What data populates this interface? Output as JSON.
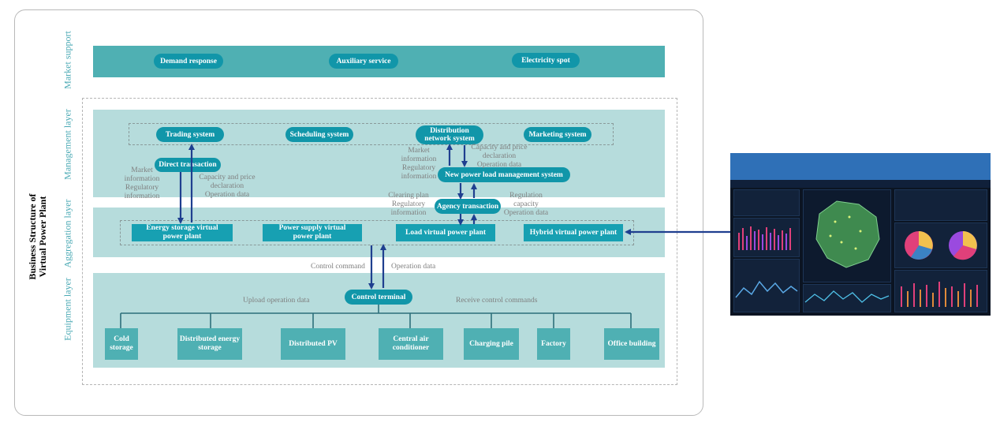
{
  "title": "Business Structure of\nVirtual Power Plant",
  "layers": {
    "market": "Market support",
    "management": "Management layer",
    "aggregation": "Aggregation layer",
    "equipment": "Equipment layer"
  },
  "market": {
    "items": [
      "Demand response",
      "Auxiliary service",
      "Electricity spot"
    ]
  },
  "management": {
    "systems": [
      "Trading system",
      "Scheduling system",
      "Distribution\nnetwork system",
      "Marketing system"
    ],
    "direct_transaction": "Direct transaction",
    "new_power_load": "New power load management system",
    "agency_transaction": "Agency transaction"
  },
  "aggregation": {
    "plants": [
      "Energy storage virtual\npower plant",
      "Power supply virtual\npower plant",
      "Load virtual power plant",
      "Hybrid virtual power plant"
    ]
  },
  "equipment": {
    "control_terminal": "Control terminal",
    "devices": [
      "Cold\nstorage",
      "Distributed energy\nstorage",
      "Distributed PV",
      "Central air\nconditioner",
      "Charging pile",
      "Factory",
      "Office building"
    ]
  },
  "notes": {
    "market_info_left": "Market\ninformation\nRegulatory\ninformation",
    "capacity_left": "Capacity and price\ndeclaration\nOperation data",
    "market_info_right": "Market\ninformation\nRegulatory\ninformation",
    "capacity_right": "Capacity and price\ndeclaration\nOperation data",
    "clearing_plan": "Clearing plan\nRegulatory\ninformation",
    "regulation_capacity": "Regulation\ncapacity\nOperation data",
    "control_command": "Control command",
    "operation_data": "Operation data",
    "upload_operation_data": "Upload operation data",
    "receive_control_commands": "Receive control commands"
  },
  "colors": {
    "teal_band": "#b6dcdc",
    "market_band": "#4fb0b3",
    "node": "#1196a9",
    "layer_text": "#4aa9b4",
    "arrow": "#1f3f8f",
    "panel_header": "#2f70b7",
    "panel_bg": "#0b1422"
  }
}
